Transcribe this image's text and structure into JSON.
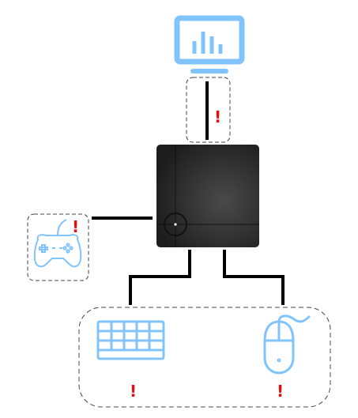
{
  "diagram": {
    "hub": {
      "kind": "kvm-switch-box",
      "color": "#2a2a2a"
    },
    "devices": [
      {
        "id": "monitor",
        "icon": "monitor-chart-icon",
        "alert": "!"
      },
      {
        "id": "gamepad",
        "icon": "gamepad-icon",
        "alert": "!"
      },
      {
        "id": "keyboard",
        "icon": "keyboard-icon",
        "alert": "!"
      },
      {
        "id": "mouse",
        "icon": "mouse-icon",
        "alert": "!"
      }
    ],
    "colors": {
      "icon": "#80c4fb",
      "alert": "#e01010",
      "cable": "#000000",
      "dashed_border": "#444444"
    }
  }
}
